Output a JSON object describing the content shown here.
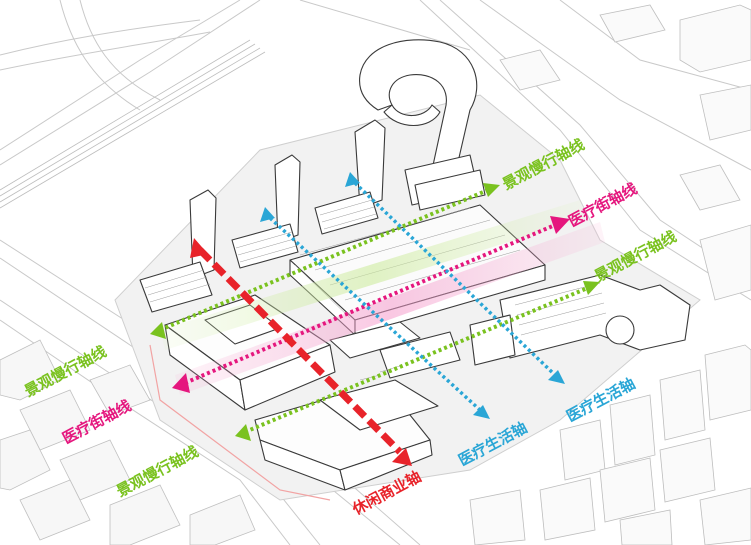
{
  "labels": {
    "landscape_axis_1": "景观慢行轴线",
    "landscape_axis_2": "景观慢行轴线",
    "landscape_axis_3": "景观慢行轴线",
    "landscape_axis_4": "景观慢行轴线",
    "medical_street_axis_1": "医疗街轴线",
    "medical_street_axis_2": "医疗街轴线",
    "medical_life_axis_1": "医疗生活轴",
    "medical_life_axis_2": "医疗生活轴",
    "leisure_commerce_axis": "休闲商业轴"
  },
  "colors": {
    "landscape": "#7ac21f",
    "medical_street": "#e5177e",
    "medical_life": "#2aa6d6",
    "leisure_commerce": "#e8232a",
    "building_line": "#3a3a3a",
    "context_fill": "#f3f3f3"
  }
}
